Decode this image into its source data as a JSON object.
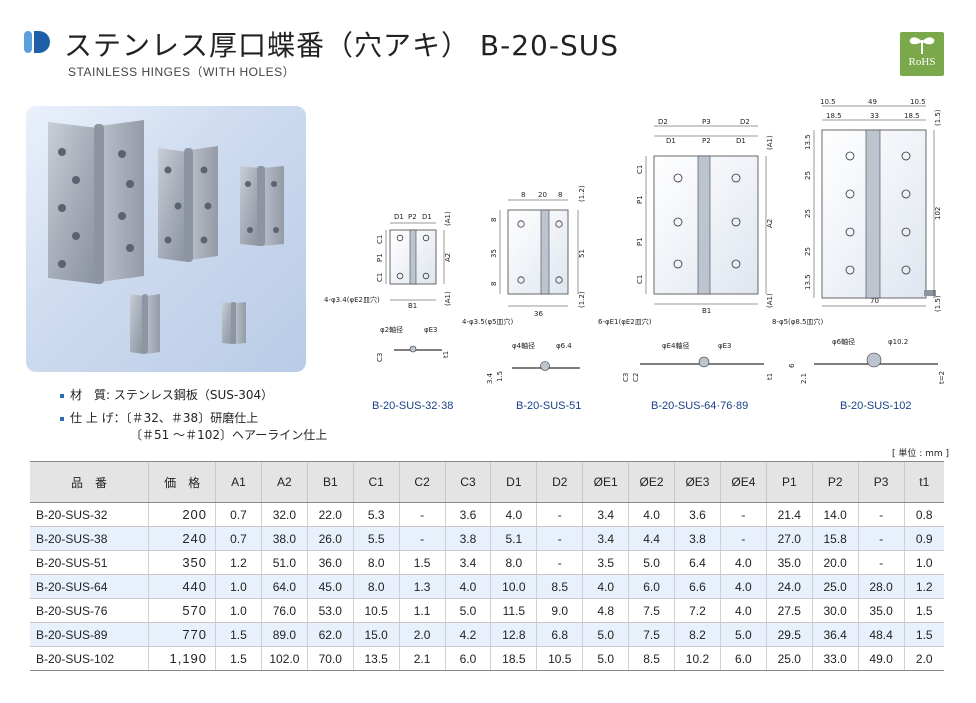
{
  "header": {
    "title": "ステンレス厚口蝶番（穴アキ） B-20-SUS",
    "subtitle": "STAINLESS HINGES（WITH HOLES）",
    "badge": "RoHS"
  },
  "specs": {
    "material_label": "材　質",
    "material_value": "ステンレス鋼板（SUS-304）",
    "finish_label": "仕 上 げ",
    "finish_line1": "〔＃32、＃38〕研磨仕上",
    "finish_line2": "〔＃51 ～＃102〕ヘアーライン仕上"
  },
  "drawings": {
    "captions": [
      "B-20-SUS-32·38",
      "B-20-SUS-51",
      "B-20-SUS-64·76·89",
      "B-20-SUS-102"
    ],
    "labels": {
      "d1": "D1",
      "d2": "D2",
      "p1": "P1",
      "p2": "P2",
      "p3": "P3",
      "a1": "A1",
      "a2": "A2",
      "b1": "B1",
      "c1": "C1",
      "c2": "C2",
      "c3": "C3",
      "t1": "t1",
      "a1p": "(A1)",
      "hole32": "4-φ3.4(φE2皿穴)",
      "hole51": "4-φ3.5(φ5皿穴)",
      "hole64": "6-φE1(φE2皿穴)",
      "hole102": "8-φ5(φ8.5皿穴)",
      "pin2": "φ2軸径",
      "pinE3": "φE3",
      "pin4": "φ4軸径",
      "pin64": "φ6.4",
      "pinE4": "φE4軸径",
      "pin6": "φ6軸径",
      "pin102": "φ10.2",
      "d51_w8a": "8",
      "d51_w20": "20",
      "d51_w8b": "8",
      "d51_h8a": "8",
      "d51_h35": "35",
      "d51_h8b": "8",
      "d51_h51": "51",
      "d51_b36": "36",
      "d51_12a": "(1.2)",
      "d51_12b": "(1.2)",
      "d51_34": "3.4",
      "d51_15": "1.5",
      "d102_105a": "10.5",
      "d102_49": "49",
      "d102_105b": "10.5",
      "d102_185a": "18.5",
      "d102_33": "33",
      "d102_185b": "18.5",
      "d102_135a": "13.5",
      "d102_25a": "25",
      "d102_25b": "25",
      "d102_25c": "25",
      "d102_135b": "13.5",
      "d102_h102": "102",
      "d102_b70": "70",
      "d102_15a": "(1.5)",
      "d102_15b": "(1.5)",
      "d102_6": "6",
      "d102_21": "2.1",
      "d102_t1": "t=2"
    }
  },
  "unit_label": "[ 単位 : mm ]",
  "table": {
    "headers": [
      "品　番",
      "価　格",
      "A1",
      "A2",
      "B1",
      "C1",
      "C2",
      "C3",
      "D1",
      "D2",
      "ØE1",
      "ØE2",
      "ØE3",
      "ØE4",
      "P1",
      "P2",
      "P3",
      "t1"
    ],
    "rows": [
      [
        "B-20-SUS-32",
        "200",
        "0.7",
        "32.0",
        "22.0",
        "5.3",
        "-",
        "3.6",
        "4.0",
        "-",
        "3.4",
        "4.0",
        "3.6",
        "-",
        "21.4",
        "14.0",
        "-",
        "0.8"
      ],
      [
        "B-20-SUS-38",
        "240",
        "0.7",
        "38.0",
        "26.0",
        "5.5",
        "-",
        "3.8",
        "5.1",
        "-",
        "3.4",
        "4.4",
        "3.8",
        "-",
        "27.0",
        "15.8",
        "-",
        "0.9"
      ],
      [
        "B-20-SUS-51",
        "350",
        "1.2",
        "51.0",
        "36.0",
        "8.0",
        "1.5",
        "3.4",
        "8.0",
        "-",
        "3.5",
        "5.0",
        "6.4",
        "4.0",
        "35.0",
        "20.0",
        "-",
        "1.0"
      ],
      [
        "B-20-SUS-64",
        "440",
        "1.0",
        "64.0",
        "45.0",
        "8.0",
        "1.3",
        "4.0",
        "10.0",
        "8.5",
        "4.0",
        "6.0",
        "6.6",
        "4.0",
        "24.0",
        "25.0",
        "28.0",
        "1.2"
      ],
      [
        "B-20-SUS-76",
        "570",
        "1.0",
        "76.0",
        "53.0",
        "10.5",
        "1.1",
        "5.0",
        "11.5",
        "9.0",
        "4.8",
        "7.5",
        "7.2",
        "4.0",
        "27.5",
        "30.0",
        "35.0",
        "1.5"
      ],
      [
        "B-20-SUS-89",
        "770",
        "1.5",
        "89.0",
        "62.0",
        "15.0",
        "2.0",
        "4.2",
        "12.8",
        "6.8",
        "5.0",
        "7.5",
        "8.2",
        "5.0",
        "29.5",
        "36.4",
        "48.4",
        "1.5"
      ],
      [
        "B-20-SUS-102",
        "1,190",
        "1.5",
        "102.0",
        "70.0",
        "13.5",
        "2.1",
        "6.0",
        "18.5",
        "10.5",
        "5.0",
        "8.5",
        "10.2",
        "6.0",
        "25.0",
        "33.0",
        "49.0",
        "2.0"
      ]
    ]
  }
}
